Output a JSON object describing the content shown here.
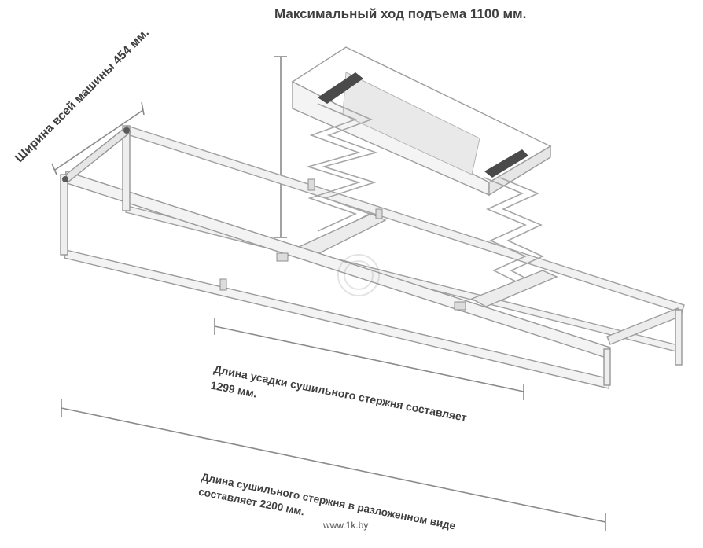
{
  "labels": {
    "lift_travel": "Максимальный ход подъема 1100 мм.",
    "machine_width": "Ширина всей машины 454 мм.",
    "shrink_length_line1": "Длина усадки сушильного стержня составляет",
    "shrink_length_line2": "1299 мм.",
    "full_length_line1": "Длина сушильного стержня в разложенном виде",
    "full_length_line2": "составляет 2200 мм."
  },
  "watermark": "www.1k.by",
  "colors": {
    "text": "#3f3f3f",
    "dimension_line": "#8a8a8a",
    "frame_fill": "#f1f1f1",
    "frame_stroke": "#9a9a9a",
    "joint": "#4a4a4a"
  }
}
